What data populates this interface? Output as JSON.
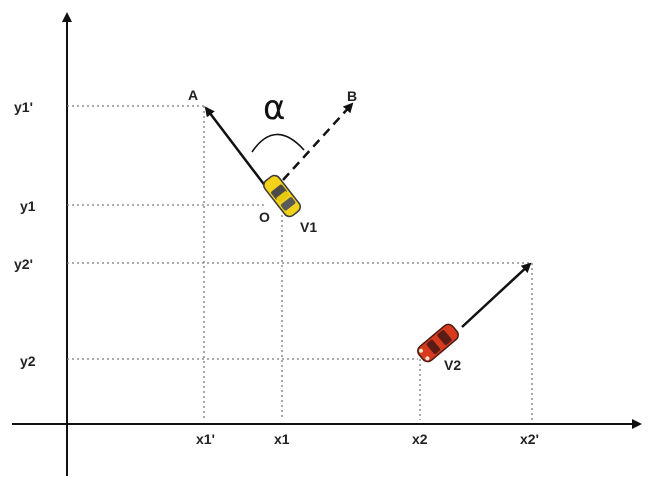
{
  "labels": {
    "y1_prime": "y1'",
    "y1": "y1",
    "y2_prime": "y2'",
    "y2": "y2",
    "x1_prime": "x1'",
    "x1": "x1",
    "x2": "x2",
    "x2_prime": "x2'",
    "point_a": "A",
    "point_b": "B",
    "origin": "O",
    "vehicle_1": "V1",
    "vehicle_2": "V2",
    "angle": "α"
  },
  "colors": {
    "vehicle_1": "#f2d21b",
    "vehicle_2": "#d83a1e",
    "axis": "#111111",
    "guide": "#7a7a7a"
  },
  "icons": {
    "vehicle_1": "yellow-car-icon",
    "vehicle_2": "red-car-icon"
  }
}
